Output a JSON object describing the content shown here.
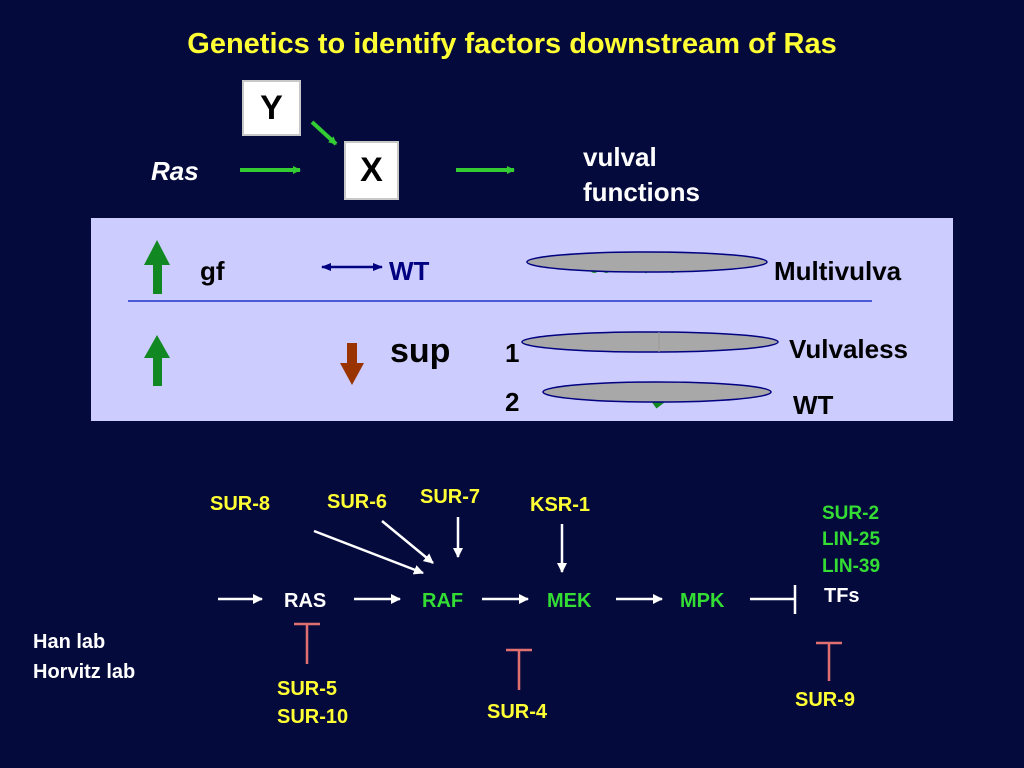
{
  "title": "Genetics to identify factors downstream of Ras",
  "top_diagram": {
    "y_box": "Y",
    "x_box": "X",
    "ras_label": "Ras",
    "output_line1": "vulval",
    "output_line2": "functions"
  },
  "panel": {
    "gf": "gf",
    "wt_top": "WT",
    "multivulva": "Multivulva",
    "sup": "sup",
    "row1": "1",
    "row2": "2",
    "vulvaless": "Vulvaless",
    "wt_bottom": "WT"
  },
  "pathway": {
    "ras": "RAS",
    "raf": "RAF",
    "mek": "MEK",
    "mpk": "MPK",
    "tfs": "TFs",
    "sur8": "SUR-8",
    "sur6": "SUR-6",
    "sur7": "SUR-7",
    "ksr1": "KSR-1",
    "sur2": "SUR-2",
    "lin25": "LIN-25",
    "lin39": "LIN-39",
    "sur5": "SUR-5",
    "sur10": "SUR-10",
    "sur4": "SUR-4",
    "sur9": "SUR-9"
  },
  "labs": {
    "han": "Han lab",
    "horvitz": "Horvitz lab"
  },
  "colors": {
    "background": "#050a3d",
    "title": "#ffff33",
    "green_arrow": "#33cc33",
    "inhibitor": "#e07070",
    "panel": "#ccccff",
    "dark_green_arrow": "#118822",
    "brown_arrow": "#993300"
  }
}
